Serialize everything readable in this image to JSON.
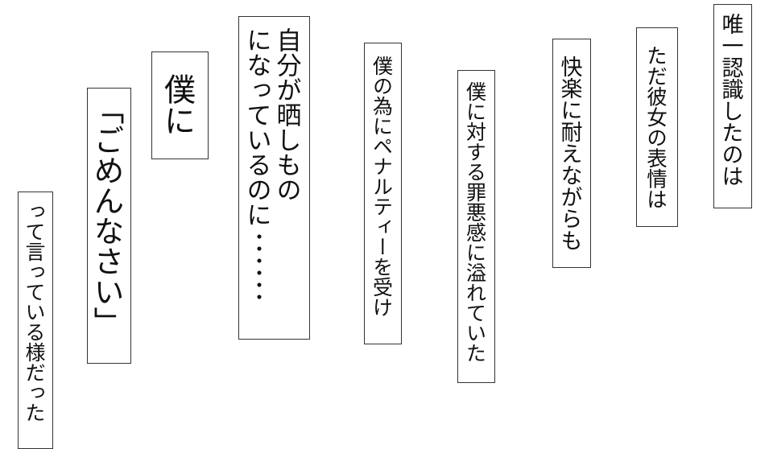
{
  "page": {
    "background_color": "#ffffff",
    "box_border_color": "#333333",
    "text_color": "#111111",
    "writing_direction": "vertical-rl"
  },
  "boxes": [
    {
      "text": "唯一認識したのは"
    },
    {
      "text": "ただ彼女の表情は"
    },
    {
      "text": "快楽に耐えながらも"
    },
    {
      "text": "僕に対する罪悪感に溢れていた"
    },
    {
      "text": "僕の為にペナルティーを受け"
    },
    {
      "line1": "自分が晒しもの",
      "line2": "になっているのに",
      "ellipsis": "・・・・・・"
    },
    {
      "text": "僕に"
    },
    {
      "text": "「ごめんなさい」"
    },
    {
      "text": "って言っている様だった"
    }
  ]
}
